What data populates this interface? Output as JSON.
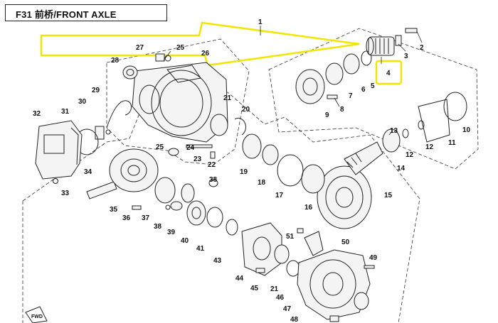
{
  "title": "F31 前桥/FRONT AXLE",
  "colors": {
    "highlight": "#f2e600",
    "line": "#222222",
    "background": "#ffffff"
  },
  "highlighted_part": "4",
  "callouts": [
    {
      "id": "c1",
      "label": "1"
    },
    {
      "id": "c2",
      "label": "2"
    },
    {
      "id": "c3",
      "label": "3"
    },
    {
      "id": "c4",
      "label": "4"
    },
    {
      "id": "c5",
      "label": "5"
    },
    {
      "id": "c6",
      "label": "6"
    },
    {
      "id": "c7",
      "label": "7"
    },
    {
      "id": "c8",
      "label": "8"
    },
    {
      "id": "c9",
      "label": "9"
    },
    {
      "id": "c10",
      "label": "10"
    },
    {
      "id": "c11",
      "label": "11"
    },
    {
      "id": "c12a",
      "label": "12"
    },
    {
      "id": "c12b",
      "label": "12"
    },
    {
      "id": "c13",
      "label": "13"
    },
    {
      "id": "c14",
      "label": "14"
    },
    {
      "id": "c15",
      "label": "15"
    },
    {
      "id": "c16",
      "label": "16"
    },
    {
      "id": "c17",
      "label": "17"
    },
    {
      "id": "c18",
      "label": "18"
    },
    {
      "id": "c19",
      "label": "19"
    },
    {
      "id": "c20",
      "label": "20"
    },
    {
      "id": "c21a",
      "label": "21"
    },
    {
      "id": "c21b",
      "label": "21"
    },
    {
      "id": "c22",
      "label": "22"
    },
    {
      "id": "c23",
      "label": "23"
    },
    {
      "id": "c24",
      "label": "24"
    },
    {
      "id": "c25a",
      "label": "25"
    },
    {
      "id": "c25b",
      "label": "25"
    },
    {
      "id": "c26",
      "label": "26"
    },
    {
      "id": "c27",
      "label": "27"
    },
    {
      "id": "c28",
      "label": "28"
    },
    {
      "id": "c29",
      "label": "29"
    },
    {
      "id": "c30",
      "label": "30"
    },
    {
      "id": "c31",
      "label": "31"
    },
    {
      "id": "c32",
      "label": "32"
    },
    {
      "id": "c33",
      "label": "33"
    },
    {
      "id": "c34",
      "label": "34"
    },
    {
      "id": "c35",
      "label": "35"
    },
    {
      "id": "c36",
      "label": "36"
    },
    {
      "id": "c37",
      "label": "37"
    },
    {
      "id": "c38a",
      "label": "38"
    },
    {
      "id": "c38b",
      "label": "38"
    },
    {
      "id": "c39",
      "label": "39"
    },
    {
      "id": "c40",
      "label": "40"
    },
    {
      "id": "c41",
      "label": "41"
    },
    {
      "id": "c43",
      "label": "43"
    },
    {
      "id": "c44",
      "label": "44"
    },
    {
      "id": "c45",
      "label": "45"
    },
    {
      "id": "c46",
      "label": "46"
    },
    {
      "id": "c47",
      "label": "47"
    },
    {
      "id": "c48",
      "label": "48"
    },
    {
      "id": "c49",
      "label": "49"
    },
    {
      "id": "c50",
      "label": "50"
    },
    {
      "id": "c51",
      "label": "51"
    }
  ],
  "watermark": "FWD"
}
